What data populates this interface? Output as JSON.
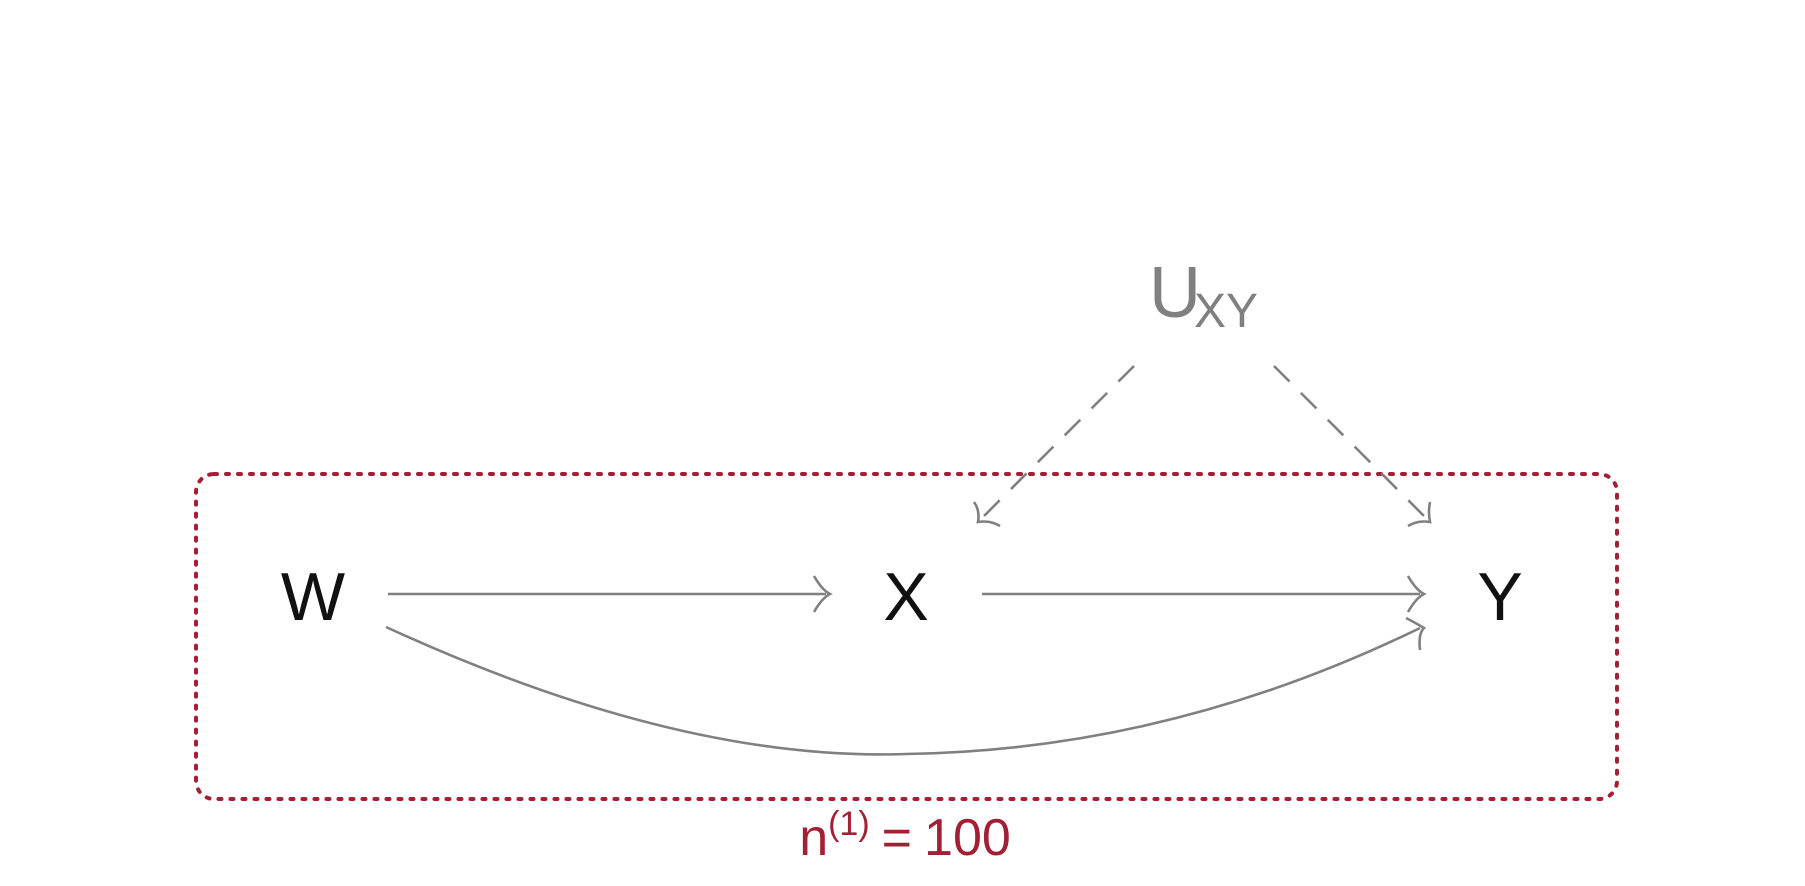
{
  "nodes": {
    "W": "W",
    "X": "X",
    "Y": "Y",
    "U_main": "U",
    "U_sub": "XY"
  },
  "sample": {
    "n": "n",
    "superscript": "(1)",
    "equals": "=",
    "value": "100"
  },
  "colors": {
    "node": "#111111",
    "edge": "#808080",
    "latent": "#808080",
    "sample": "#a31f34"
  },
  "edges": [
    {
      "from": "W",
      "to": "X",
      "style": "solid"
    },
    {
      "from": "X",
      "to": "Y",
      "style": "solid"
    },
    {
      "from": "W",
      "to": "Y",
      "style": "solid-curved"
    },
    {
      "from": "UXY",
      "to": "X",
      "style": "dashed"
    },
    {
      "from": "UXY",
      "to": "Y",
      "style": "dashed"
    }
  ]
}
